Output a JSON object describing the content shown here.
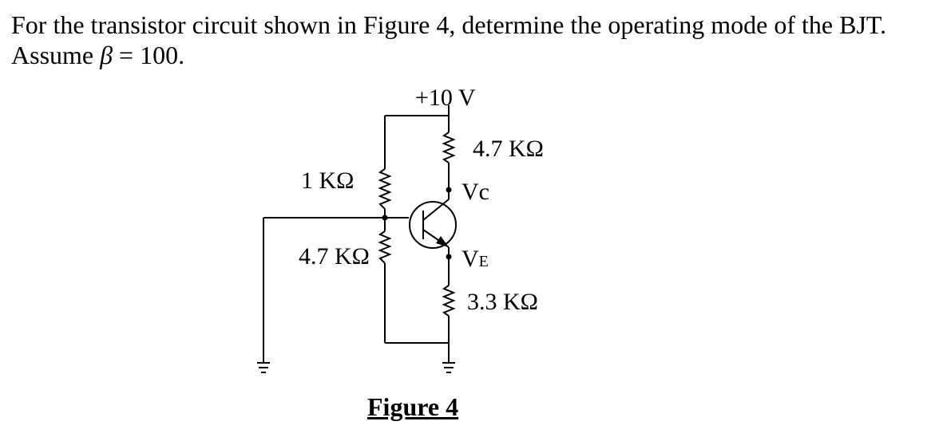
{
  "question": {
    "text": "For the transistor circuit shown in Figure 4, determine the operating mode of the BJT. Assume ",
    "beta_symbol": "β",
    "beta_value": " = 100."
  },
  "circuit": {
    "supply_label": "+10 V",
    "rc_label": "4.7 KΩ",
    "r1_label": "1 KΩ",
    "r2_label": "4.7 KΩ",
    "re_label": "3.3 KΩ",
    "vc_label": "Vc",
    "ve_label": "V",
    "ve_subscript": "E"
  },
  "figure": {
    "caption": "Figure 4"
  }
}
